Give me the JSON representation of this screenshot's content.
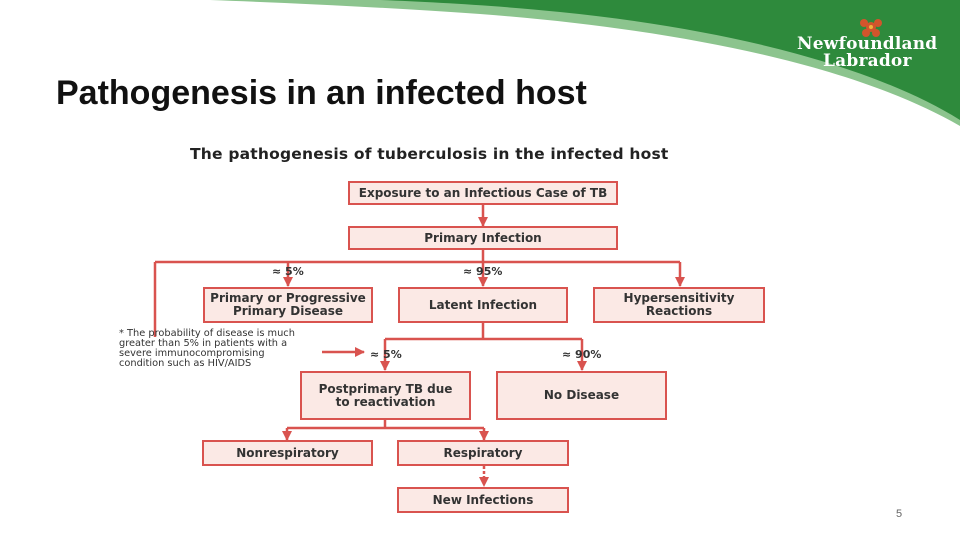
{
  "slide": {
    "title": "Pathogenesis in an infected host",
    "page_number": "5"
  },
  "logo": {
    "line1": "Newfoundland",
    "line2": "Labrador",
    "icon": "pitcher-plant-flower-icon",
    "colors": {
      "green": "#2e8a3c",
      "flower": "#d2552c",
      "text": "#ffffff"
    }
  },
  "diagram": {
    "title": "The pathogenesis of tuberculosis in the infected host",
    "colors": {
      "box_fill": "#fbe9e5",
      "border": "#d9534f",
      "arrow": "#d9534f"
    },
    "boxes": {
      "exposure": "Exposure to an Infectious Case of TB",
      "primary_infection": "Primary Infection",
      "primary_disease": "Primary or Progressive\nPrimary Disease",
      "latent_infection": "Latent Infection",
      "hypersensitivity": "Hypersensitivity\nReactions",
      "postprimary": "Postprimary TB due\nto reactivation",
      "no_disease": "No Disease",
      "nonrespiratory": "Nonrespiratory",
      "respiratory": "Respiratory",
      "new_infections": "New Infections"
    },
    "percentages": {
      "primary_to_disease": "≈ 5%",
      "primary_to_latent": "≈ 95%",
      "latent_to_postprimary": "≈ 5%",
      "latent_to_no_disease": "≈ 90%"
    },
    "note": "* The probability of disease is much\n  greater than 5% in patients with a\n  severe immunocompromising\n  condition such as HIV/AIDS"
  }
}
